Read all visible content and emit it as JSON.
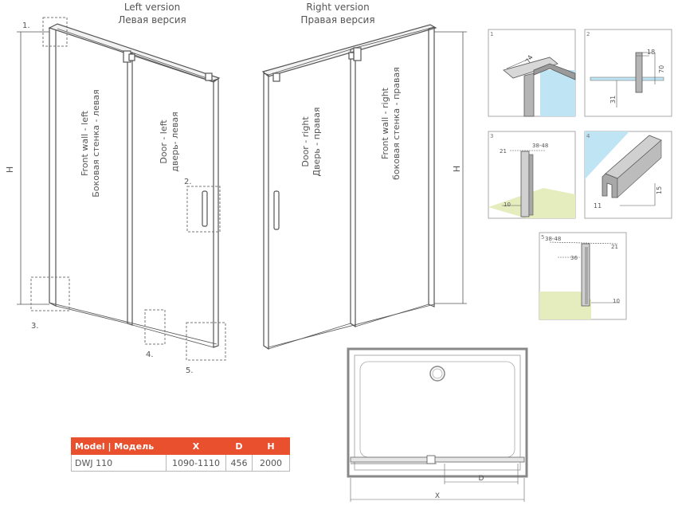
{
  "left_version": {
    "title_en": "Left version",
    "title_ru": "Левая версия"
  },
  "right_version": {
    "title_en": "Right version",
    "title_ru": "Правая версия"
  },
  "left_panels": {
    "front_wall_en": "Front wall - left",
    "front_wall_ru": "Боковая стенка - левая",
    "door_en": "Door - left",
    "door_ru": "дверь- левая"
  },
  "right_panels": {
    "door_en": "Door - right",
    "door_ru": "Дверь - правая",
    "front_wall_en": "Front wall - right",
    "front_wall_ru": "боковая стенка - правая"
  },
  "dimension_h": "H",
  "callouts": [
    "1.",
    "2.",
    "3.",
    "4.",
    "5."
  ],
  "details": [
    {
      "num": "1",
      "dims": [
        "74"
      ]
    },
    {
      "num": "2",
      "dims": [
        "18",
        "70",
        "31"
      ]
    },
    {
      "num": "3",
      "dims": [
        "21",
        "38-48",
        "10"
      ]
    },
    {
      "num": "4",
      "dims": [
        "15",
        "11"
      ]
    },
    {
      "num": "5",
      "dims": [
        "38-48",
        "21",
        "36",
        "10"
      ]
    }
  ],
  "plan": {
    "x_label": "X",
    "d_label": "D"
  },
  "table": {
    "headers": [
      "Model | Модель",
      "X",
      "D",
      "H"
    ],
    "rows": [
      [
        "DWJ 110",
        "1090-1110",
        "456",
        "2000"
      ]
    ]
  },
  "colors": {
    "accent": "#e8502e",
    "glass": "#bfe4f4",
    "floor": "#e5ecbe",
    "frame": "#8c8c8c"
  }
}
